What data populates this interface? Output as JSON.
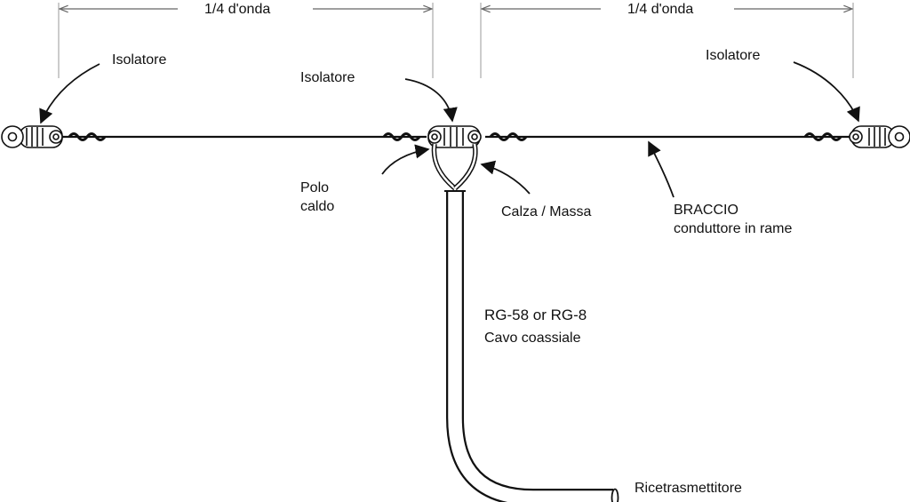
{
  "diagram": {
    "dimension_left": "1/4 d'onda",
    "dimension_right": "1/4 d'onda",
    "insulator_left": "Isolatore",
    "insulator_center": "Isolatore",
    "insulator_right": "Isolatore",
    "hot_pole": {
      "line1": "Polo",
      "line2": "caldo"
    },
    "shield": "Calza / Massa",
    "arm": {
      "line1": "BRACCIO",
      "line2": "conduttore in rame"
    },
    "coax": {
      "line1": "RG-58 or RG-8",
      "line2": "Cavo coassiale"
    },
    "transceiver": "Ricetrasmettitore"
  },
  "colors": {
    "ink": "#111111",
    "guide": "#9a9a9a",
    "insulator_fill": "#ffffff"
  }
}
